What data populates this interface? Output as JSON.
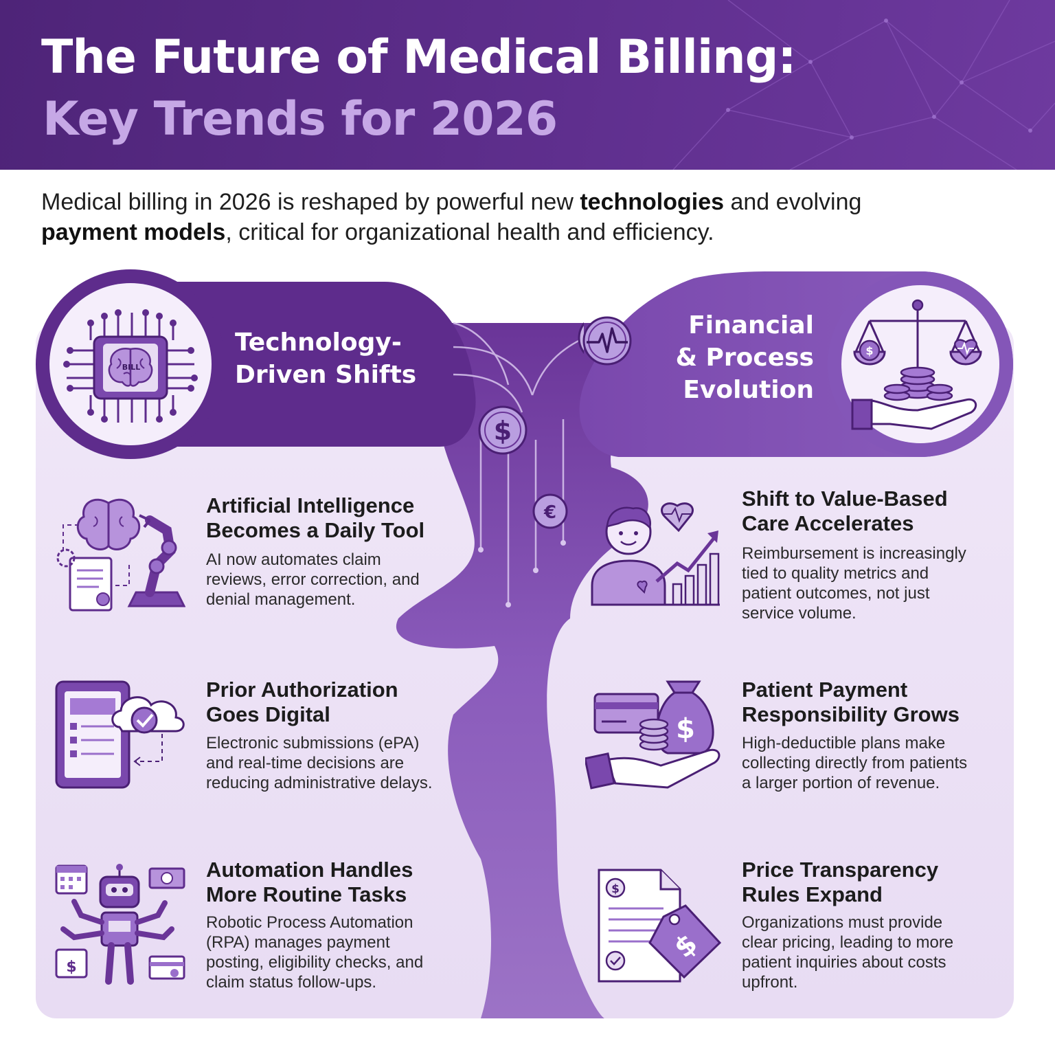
{
  "header": {
    "title_line1": "The Future of Medical Billing:",
    "title_line2": "Key Trends for 2026"
  },
  "intro": {
    "part1": "Medical billing in 2026 is reshaped by powerful new ",
    "bold1": "technologies",
    "part2": " and evolving",
    "bold2": "payment models",
    "part3": ", critical for organizational health and efficiency."
  },
  "left_section": {
    "title_line1": "Technology-",
    "title_line2": "Driven Shifts",
    "icon": "ai-chip-brain-icon",
    "chip_label": "BILL",
    "items": [
      {
        "title1": "Artificial Intelligence",
        "title2": "Becomes a Daily Tool",
        "body1": "AI now automates claim",
        "body2": "reviews, error correction, and",
        "body3": "denial management.",
        "body4": "",
        "icon": "brain-robot-arm-icon"
      },
      {
        "title1": "Prior Authorization",
        "title2": "Goes Digital",
        "body1": "Electronic submissions (ePA)",
        "body2": "and real-time decisions are",
        "body3": "reducing administrative delays.",
        "body4": "",
        "icon": "tablet-cloud-check-icon"
      },
      {
        "title1": "Automation Handles",
        "title2": "More Routine Tasks",
        "body1": "Robotic Process Automation",
        "body2": "(RPA) manages payment",
        "body3": "posting, eligibility checks, and",
        "body4": "claim status follow-ups.",
        "icon": "robot-multi-arm-icon"
      }
    ]
  },
  "right_section": {
    "title_line1": "Financial",
    "title_line2": "& Process",
    "title_line3": "Evolution",
    "icon": "scale-hand-coins-icon",
    "items": [
      {
        "title1": "Shift to Value-Based",
        "title2": "Care Accelerates",
        "body1": "Reimbursement is increasingly",
        "body2": "tied to quality metrics and",
        "body3": "patient outcomes, not just",
        "body4": "service volume.",
        "icon": "patient-heart-chart-icon"
      },
      {
        "title1": "Patient Payment",
        "title2": "Responsibility Grows",
        "body1": "High-deductible plans make",
        "body2": "collecting directly from patients",
        "body3": "a larger portion of revenue.",
        "body4": "",
        "icon": "card-moneybag-hand-icon"
      },
      {
        "title1": "Price Transparency",
        "title2": "Rules Expand",
        "body1": "Organizations must provide",
        "body2": "clear pricing, leading to more",
        "body3": "patient inquiries about costs",
        "body4": "upfront.",
        "icon": "document-price-tag-icon"
      }
    ]
  },
  "center_icons": {
    "dollar_symbol": "$",
    "euro_symbol": "€",
    "heartbeat_icon": "heartbeat-icon"
  },
  "colors": {
    "dark_purple": "#5b2c8a",
    "mid_purple": "#7b4bae",
    "light_lavender": "#eee5f6",
    "accent_lilac": "#c6a8e6"
  }
}
